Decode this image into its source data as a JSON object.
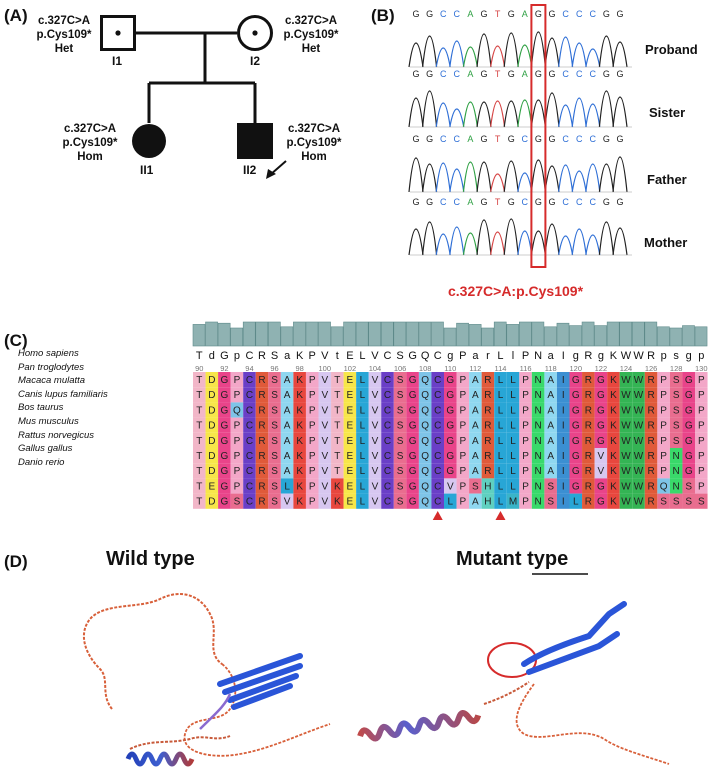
{
  "panels": {
    "a": "(A)",
    "b": "(B)",
    "c": "(C)",
    "d": "(D)"
  },
  "pedigree": {
    "I1": {
      "id": "I1",
      "lines": [
        "c.327C>A",
        "p.Cys109*",
        "Het"
      ]
    },
    "I2": {
      "id": "I2",
      "lines": [
        "c.327C>A",
        "p.Cys109*",
        "Het"
      ]
    },
    "II1": {
      "id": "II1",
      "lines": [
        "c.327C>A",
        "p.Cys109*",
        "Hom"
      ]
    },
    "II2": {
      "id": "II2",
      "lines": [
        "c.327C>A",
        "p.Cys109*",
        "Hom"
      ]
    }
  },
  "sanger": {
    "tracks": [
      {
        "name": "Proband",
        "seq": "GGCCAGTGAGGCCCGG"
      },
      {
        "name": "Sister",
        "seq": "GGCCAGTGAGGCCCGG"
      },
      {
        "name": "Father",
        "seq": "GGCCAGTGCGGCCCGG"
      },
      {
        "name": "Mother",
        "seq": "GGCCAGTGCGGCCCGG"
      }
    ],
    "mutation": "c.327C>A:p.Cys109*"
  },
  "alignment": {
    "consensus": [
      "T",
      "d",
      "G",
      "p",
      "C",
      "R",
      "S",
      "a",
      "K",
      "P",
      "V",
      "t",
      "E",
      "L",
      "V",
      "C",
      "S",
      "G",
      "Q",
      "C",
      "g",
      "P",
      "a",
      "r",
      "L",
      "l",
      "P",
      "N",
      "a",
      "I",
      "g",
      "R",
      "g",
      "K",
      "W",
      "W",
      "R",
      "p",
      "s",
      "g",
      "p"
    ],
    "ticks": [
      "90",
      "92",
      "94",
      "96",
      "98",
      "100",
      "102",
      "104",
      "106",
      "108",
      "110",
      "112",
      "114",
      "116",
      "118",
      "120",
      "122",
      "124",
      "126",
      "128",
      "130"
    ],
    "species": [
      {
        "name": "Homo sapiens",
        "seq": "TDGPCRSAKPVTELVCSGQCGPARLLPNAIGRGKWWRPSGP"
      },
      {
        "name": "Pan troglodytes",
        "seq": "TDGPCRSAKPVTELVCSGQCGPARLLPNAIGRGKWWRPSGP"
      },
      {
        "name": "Macaca mulatta",
        "seq": "TDGQCRSAKPVTELVCSGQCGPARLLPNAIGRGKWWRPSGP"
      },
      {
        "name": "Canis lupus familiaris",
        "seq": "TDGPCRSAKPVTELVCSGQCGPARLLPNAIGRGKWWRPSGP"
      },
      {
        "name": "Bos taurus",
        "seq": "TDGPCRSAKPVTELVCSGQCGPARLLPNAIGRGKWWRPSGP"
      },
      {
        "name": "Mus musculus",
        "seq": "TDGPCRSAKPVTELVCSGQCGPARLLPNAIGRVKWWRPNGP"
      },
      {
        "name": "Rattus norvegicus",
        "seq": "TDGPCRSAKPVTELVCSGQCGPARLLPNAIGRVKWWRPNGP"
      },
      {
        "name": "Gallus gallus",
        "seq": "TEGPCRSLKPVKELVCSGQCVPSHLLPNSIGRGKWWRQNSP"
      },
      {
        "name": "Danio rerio",
        "seq": "TDGSCRSVKPVKELVCSGQCLPAHLMPNSILRGKWWRSSSS"
      }
    ],
    "conservation": [
      0.9,
      1,
      0.95,
      0.75,
      1,
      1,
      1,
      0.8,
      1,
      1,
      1,
      0.8,
      1,
      1,
      1,
      1,
      1,
      1,
      1,
      1,
      0.75,
      0.95,
      0.9,
      0.75,
      1,
      0.9,
      1,
      1,
      0.8,
      0.95,
      0.85,
      1,
      0.85,
      1,
      1,
      1,
      1,
      0.8,
      0.75,
      0.85,
      0.8
    ],
    "markers": [
      19,
      24
    ]
  },
  "structure": {
    "wild": "Wild type",
    "mutant": "Mutant type"
  }
}
